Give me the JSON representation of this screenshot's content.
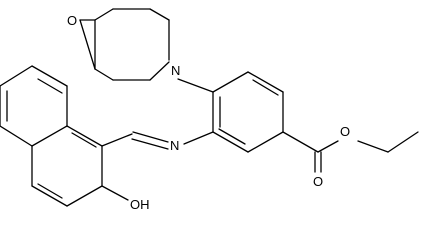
{
  "molecule": {
    "atom_labels": {
      "morpholine_oxygen": "O",
      "morpholine_nitrogen": "N",
      "imine_nitrogen": "N",
      "ester_ether_oxygen": "O",
      "carbonyl_oxygen": "O",
      "hydroxyl": "OH"
    },
    "colors": {
      "bond": "#000000",
      "text": "#000000",
      "background": "#ffffff"
    }
  }
}
